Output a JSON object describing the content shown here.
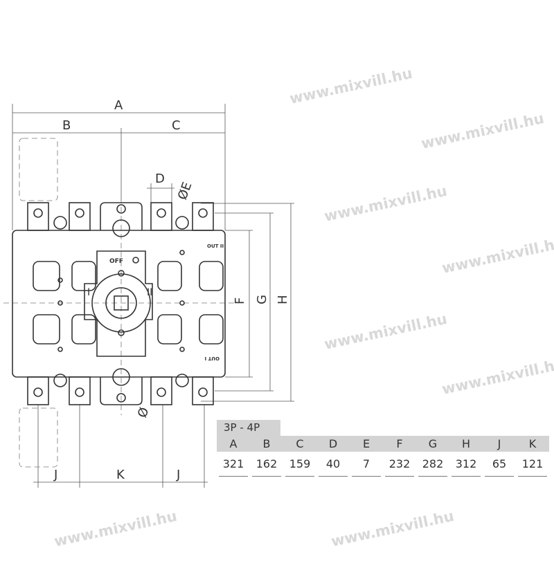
{
  "watermark": "www.mixvill.hu",
  "drawing": {
    "dimensions": {
      "A": "A",
      "B": "B",
      "C": "C",
      "D": "D",
      "E": "ØE",
      "F": "F",
      "G": "G",
      "H": "H",
      "J1": "J",
      "K": "K",
      "J2": "J",
      "phi": "Ø"
    },
    "handle": {
      "off": "OFF",
      "pos1": "I",
      "pos2": "II"
    },
    "out_top": "OUT II",
    "out_bottom": "OUT I"
  },
  "table": {
    "variant": "3P - 4P",
    "headers": [
      "A",
      "B",
      "C",
      "D",
      "E",
      "F",
      "G",
      "H",
      "J",
      "K"
    ],
    "values": [
      "321",
      "162",
      "159",
      "40",
      "7",
      "232",
      "282",
      "312",
      "65",
      "121"
    ]
  }
}
